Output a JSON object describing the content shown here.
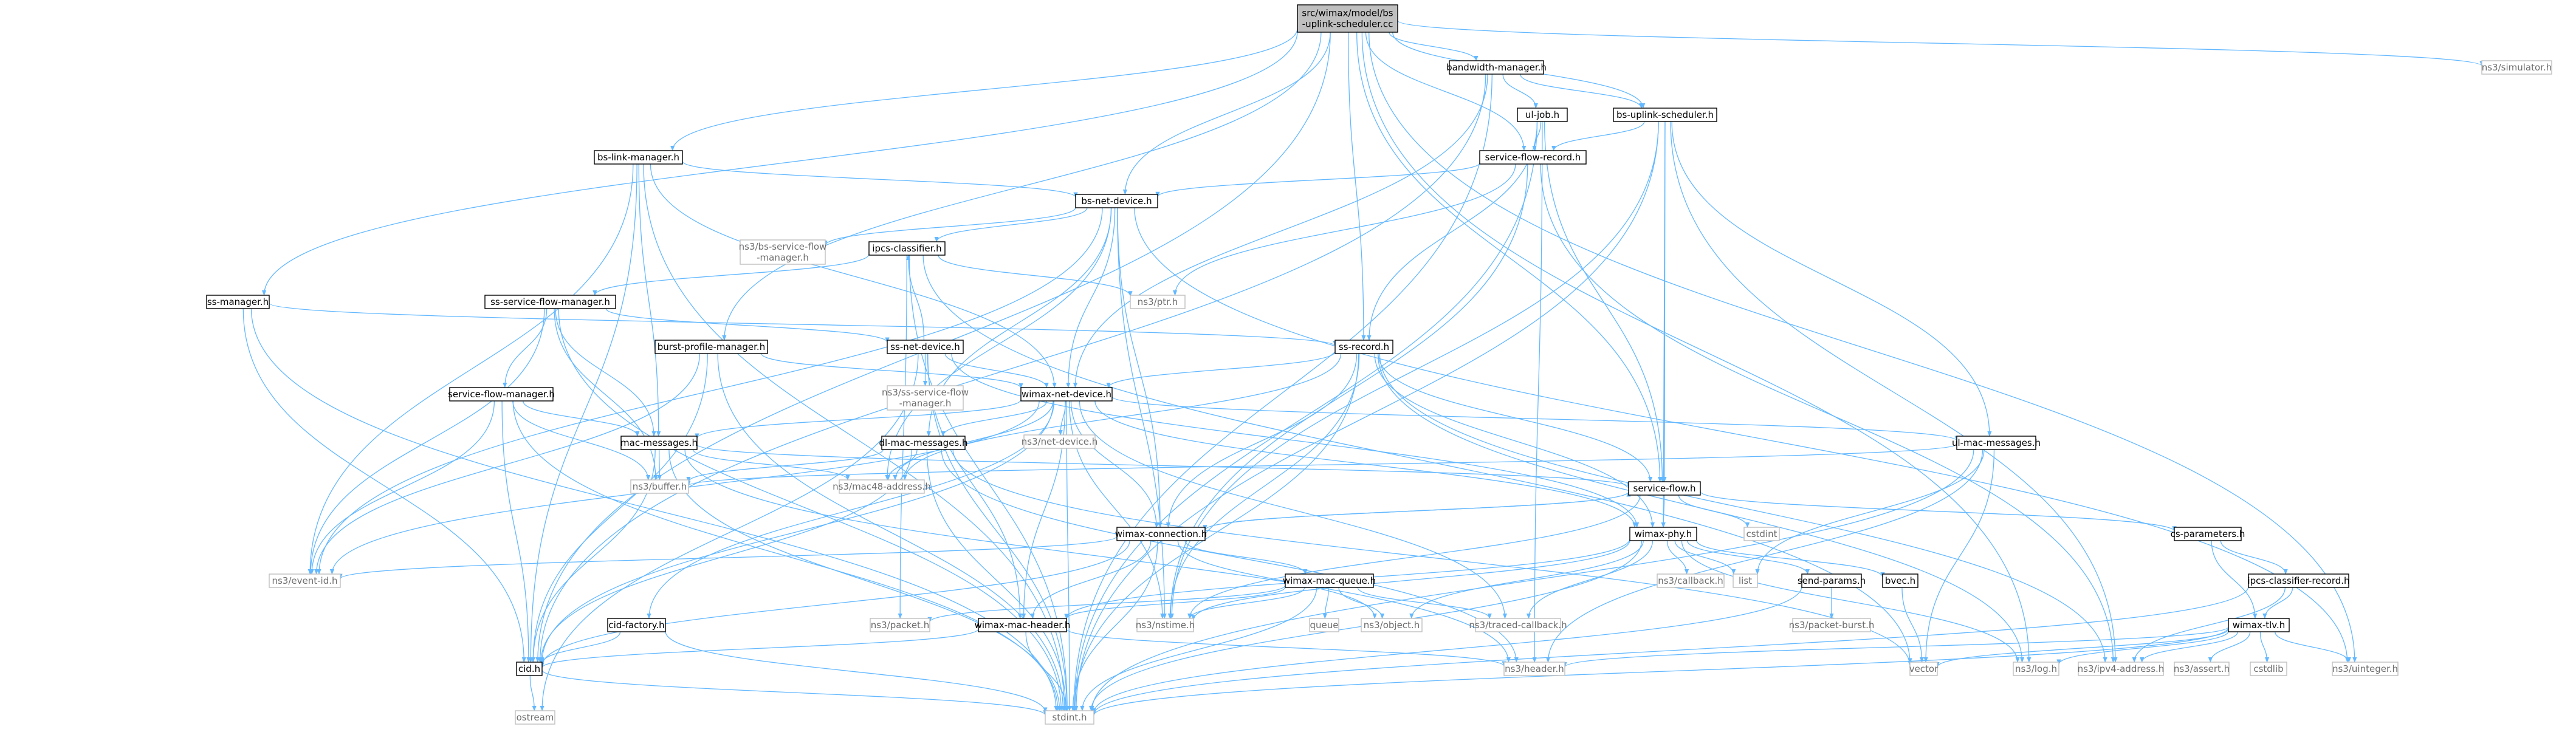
{
  "diagram": {
    "title": "src/wimax/model/bs-uplink-scheduler.cc",
    "colors": {
      "edge": "#63b8ff",
      "root_fill": "#bfbfbf",
      "root_stroke": "#000000",
      "internal_stroke": "#000000",
      "external_stroke": "#bfbfbf",
      "external_text": "#6d6d6d"
    },
    "nodes": [
      {
        "id": "root",
        "lines": [
          "src/wimax/model/bs",
          "-uplink-scheduler.cc"
        ],
        "kind": "root"
      },
      {
        "id": "bwm",
        "lines": [
          "bandwidth-manager.h"
        ],
        "kind": "internal"
      },
      {
        "id": "bsup",
        "lines": [
          "bs-uplink-scheduler.h"
        ],
        "kind": "internal"
      },
      {
        "id": "uljob",
        "lines": [
          "ul-job.h"
        ],
        "kind": "internal"
      },
      {
        "id": "sfr",
        "lines": [
          "service-flow-record.h"
        ],
        "kind": "internal"
      },
      {
        "id": "bslm",
        "lines": [
          "bs-link-manager.h"
        ],
        "kind": "internal"
      },
      {
        "id": "bsnd",
        "lines": [
          "bs-net-device.h"
        ],
        "kind": "internal"
      },
      {
        "id": "bssfm",
        "lines": [
          "ns3/bs-service-flow",
          "-manager.h"
        ],
        "kind": "external"
      },
      {
        "id": "ipcs",
        "lines": [
          "ipcs-classifier.h"
        ],
        "kind": "internal"
      },
      {
        "id": "ptr",
        "lines": [
          "ns3/ptr.h"
        ],
        "kind": "external"
      },
      {
        "id": "ssm",
        "lines": [
          "ss-manager.h"
        ],
        "kind": "internal"
      },
      {
        "id": "sssfm",
        "lines": [
          "ss-service-flow-manager.h"
        ],
        "kind": "internal"
      },
      {
        "id": "ssnd",
        "lines": [
          "ss-net-device.h"
        ],
        "kind": "internal"
      },
      {
        "id": "ssrec",
        "lines": [
          "ss-record.h"
        ],
        "kind": "internal"
      },
      {
        "id": "bpm",
        "lines": [
          "burst-profile-manager.h"
        ],
        "kind": "internal"
      },
      {
        "id": "nsssfm",
        "lines": [
          "ns3/ss-service-flow",
          "-manager.h"
        ],
        "kind": "external"
      },
      {
        "id": "wnd",
        "lines": [
          "wimax-net-device.h"
        ],
        "kind": "internal"
      },
      {
        "id": "netdev",
        "lines": [
          "ns3/net-device.h"
        ],
        "kind": "external"
      },
      {
        "id": "sfm",
        "lines": [
          "service-flow-manager.h"
        ],
        "kind": "internal"
      },
      {
        "id": "macmsg",
        "lines": [
          "mac-messages.h"
        ],
        "kind": "internal"
      },
      {
        "id": "dlmac",
        "lines": [
          "dl-mac-messages.h"
        ],
        "kind": "internal"
      },
      {
        "id": "ulmac",
        "lines": [
          "ul-mac-messages.h"
        ],
        "kind": "internal"
      },
      {
        "id": "buffer",
        "lines": [
          "ns3/buffer.h"
        ],
        "kind": "external"
      },
      {
        "id": "mac48",
        "lines": [
          "ns3/mac48-address.h"
        ],
        "kind": "external"
      },
      {
        "id": "sflow",
        "lines": [
          "service-flow.h"
        ],
        "kind": "internal"
      },
      {
        "id": "cstdint",
        "lines": [
          "cstdint"
        ],
        "kind": "external"
      },
      {
        "id": "wconn",
        "lines": [
          "wimax-connection.h"
        ],
        "kind": "internal"
      },
      {
        "id": "wphy",
        "lines": [
          "wimax-phy.h"
        ],
        "kind": "internal"
      },
      {
        "id": "csparams",
        "lines": [
          "cs-parameters.h"
        ],
        "kind": "internal"
      },
      {
        "id": "eventid",
        "lines": [
          "ns3/event-id.h"
        ],
        "kind": "external"
      },
      {
        "id": "wmq",
        "lines": [
          "wimax-mac-queue.h"
        ],
        "kind": "internal"
      },
      {
        "id": "callback",
        "lines": [
          "ns3/callback.h"
        ],
        "kind": "external"
      },
      {
        "id": "list",
        "lines": [
          "list"
        ],
        "kind": "external"
      },
      {
        "id": "sendparams",
        "lines": [
          "send-params.h"
        ],
        "kind": "internal"
      },
      {
        "id": "bvec",
        "lines": [
          "bvec.h"
        ],
        "kind": "internal"
      },
      {
        "id": "ipcsfr",
        "lines": [
          "ipcs-classifier-record.h"
        ],
        "kind": "internal"
      },
      {
        "id": "cidf",
        "lines": [
          "cid-factory.h"
        ],
        "kind": "internal"
      },
      {
        "id": "packet",
        "lines": [
          "ns3/packet.h"
        ],
        "kind": "external"
      },
      {
        "id": "wmh",
        "lines": [
          "wimax-mac-header.h"
        ],
        "kind": "internal"
      },
      {
        "id": "queue",
        "lines": [
          "queue"
        ],
        "kind": "external"
      },
      {
        "id": "nstime",
        "lines": [
          "ns3/nstime.h"
        ],
        "kind": "external"
      },
      {
        "id": "object",
        "lines": [
          "ns3/object.h"
        ],
        "kind": "external"
      },
      {
        "id": "traced",
        "lines": [
          "ns3/traced-callback.h"
        ],
        "kind": "external"
      },
      {
        "id": "pktburst",
        "lines": [
          "ns3/packet-burst.h"
        ],
        "kind": "external"
      },
      {
        "id": "tlv",
        "lines": [
          "wimax-tlv.h"
        ],
        "kind": "internal"
      },
      {
        "id": "cid",
        "lines": [
          "cid.h"
        ],
        "kind": "internal"
      },
      {
        "id": "header",
        "lines": [
          "ns3/header.h"
        ],
        "kind": "external"
      },
      {
        "id": "vector",
        "lines": [
          "vector"
        ],
        "kind": "external"
      },
      {
        "id": "log",
        "lines": [
          "ns3/log.h"
        ],
        "kind": "external"
      },
      {
        "id": "ipv4",
        "lines": [
          "ns3/ipv4-address.h"
        ],
        "kind": "external"
      },
      {
        "id": "assert",
        "lines": [
          "ns3/assert.h"
        ],
        "kind": "external"
      },
      {
        "id": "cstdlib",
        "lines": [
          "cstdlib"
        ],
        "kind": "external"
      },
      {
        "id": "uinteger",
        "lines": [
          "ns3/uinteger.h"
        ],
        "kind": "external"
      },
      {
        "id": "ostream",
        "lines": [
          "ostream"
        ],
        "kind": "external"
      },
      {
        "id": "stdint",
        "lines": [
          "stdint.h"
        ],
        "kind": "external"
      },
      {
        "id": "simulator",
        "lines": [
          "ns3/simulator.h"
        ],
        "kind": "external"
      }
    ],
    "edges": [
      [
        "root",
        "bwm"
      ],
      [
        "root",
        "bsup"
      ],
      [
        "root",
        "bslm"
      ],
      [
        "root",
        "bsnd"
      ],
      [
        "root",
        "ssm"
      ],
      [
        "root",
        "bpm"
      ],
      [
        "root",
        "ssrec"
      ],
      [
        "root",
        "sfr"
      ],
      [
        "root",
        "sflow"
      ],
      [
        "root",
        "cid"
      ],
      [
        "root",
        "log"
      ],
      [
        "root",
        "uinteger"
      ],
      [
        "root",
        "simulator"
      ],
      [
        "bwm",
        "bsup"
      ],
      [
        "bwm",
        "uljob"
      ],
      [
        "bwm",
        "wnd"
      ],
      [
        "bwm",
        "cid"
      ],
      [
        "bwm",
        "stdint"
      ],
      [
        "bsup",
        "sfr"
      ],
      [
        "bsup",
        "sflow"
      ],
      [
        "bsup",
        "ulmac"
      ],
      [
        "bsup",
        "wphy"
      ],
      [
        "bsup",
        "nstime"
      ],
      [
        "bsup",
        "ipv4"
      ],
      [
        "bsup",
        "stdint"
      ],
      [
        "uljob",
        "sfr"
      ],
      [
        "uljob",
        "ssrec"
      ],
      [
        "uljob",
        "sflow"
      ],
      [
        "uljob",
        "header"
      ],
      [
        "uljob",
        "stdint"
      ],
      [
        "sfr",
        "bsnd"
      ],
      [
        "sfr",
        "ptr"
      ],
      [
        "sfr",
        "nstime"
      ],
      [
        "sfr",
        "ipv4"
      ],
      [
        "bslm",
        "bsnd"
      ],
      [
        "bslm",
        "macmsg"
      ],
      [
        "bslm",
        "wnd"
      ],
      [
        "bslm",
        "eventid"
      ],
      [
        "bslm",
        "cid"
      ],
      [
        "bslm",
        "stdint"
      ],
      [
        "bsnd",
        "bssfm"
      ],
      [
        "bsnd",
        "ipcs"
      ],
      [
        "bsnd",
        "wnd"
      ],
      [
        "bsnd",
        "dlmac"
      ],
      [
        "bsnd",
        "wconn"
      ],
      [
        "bsnd",
        "mac48"
      ],
      [
        "bsnd",
        "nstime"
      ],
      [
        "bsnd",
        "eventid"
      ],
      [
        "bsnd",
        "uinteger"
      ],
      [
        "ipcs",
        "ptr"
      ],
      [
        "ipcs",
        "sssfm"
      ],
      [
        "ipcs",
        "packet"
      ],
      [
        "ipcs",
        "vector"
      ],
      [
        "ipcs",
        "stdint"
      ],
      [
        "ssm",
        "ssrec"
      ],
      [
        "ssm",
        "cid"
      ],
      [
        "ssm",
        "stdint"
      ],
      [
        "sssfm",
        "ssnd"
      ],
      [
        "sssfm",
        "sfm"
      ],
      [
        "sssfm",
        "macmsg"
      ],
      [
        "sssfm",
        "buffer"
      ],
      [
        "sssfm",
        "eventid"
      ],
      [
        "sssfm",
        "stdint"
      ],
      [
        "ssnd",
        "ipcs"
      ],
      [
        "ssnd",
        "nsssfm"
      ],
      [
        "ssnd",
        "wnd"
      ],
      [
        "ssnd",
        "wmh"
      ],
      [
        "ssnd",
        "wphy"
      ],
      [
        "ssnd",
        "ostream"
      ],
      [
        "ssnd",
        "stdint"
      ],
      [
        "ssrec",
        "wnd"
      ],
      [
        "ssrec",
        "sflow"
      ],
      [
        "ssrec",
        "wconn"
      ],
      [
        "ssrec",
        "mac48"
      ],
      [
        "ssrec",
        "wphy"
      ],
      [
        "ssrec",
        "nstime"
      ],
      [
        "ssrec",
        "ipv4"
      ],
      [
        "ssrec",
        "log"
      ],
      [
        "ssrec",
        "stdint"
      ],
      [
        "bpm",
        "wnd"
      ],
      [
        "bpm",
        "cid"
      ],
      [
        "bpm",
        "eventid"
      ],
      [
        "bpm",
        "stdint"
      ],
      [
        "wnd",
        "netdev"
      ],
      [
        "wnd",
        "macmsg"
      ],
      [
        "wnd",
        "dlmac"
      ],
      [
        "wnd",
        "ulmac"
      ],
      [
        "wnd",
        "wconn"
      ],
      [
        "wnd",
        "wphy"
      ],
      [
        "wnd",
        "cidf"
      ],
      [
        "wnd",
        "wmh"
      ],
      [
        "wnd",
        "mac48"
      ],
      [
        "wnd",
        "traced"
      ],
      [
        "wnd",
        "nstime"
      ],
      [
        "wnd",
        "cid"
      ],
      [
        "wnd",
        "eventid"
      ],
      [
        "wnd",
        "stdint"
      ],
      [
        "sfm",
        "macmsg"
      ],
      [
        "sfm",
        "buffer"
      ],
      [
        "sfm",
        "eventid"
      ],
      [
        "sfm",
        "cid"
      ],
      [
        "sfm",
        "stdint"
      ],
      [
        "macmsg",
        "buffer"
      ],
      [
        "macmsg",
        "mac48"
      ],
      [
        "macmsg",
        "sflow"
      ],
      [
        "macmsg",
        "header"
      ],
      [
        "macmsg",
        "cid"
      ],
      [
        "macmsg",
        "stdint"
      ],
      [
        "dlmac",
        "buffer"
      ],
      [
        "dlmac",
        "mac48"
      ],
      [
        "dlmac",
        "cid"
      ],
      [
        "dlmac",
        "header"
      ],
      [
        "dlmac",
        "vector"
      ],
      [
        "dlmac",
        "stdint"
      ],
      [
        "ulmac",
        "buffer"
      ],
      [
        "ulmac",
        "header"
      ],
      [
        "ulmac",
        "list"
      ],
      [
        "ulmac",
        "vector"
      ],
      [
        "ulmac",
        "stdint"
      ],
      [
        "sflow",
        "wconn"
      ],
      [
        "sflow",
        "wphy"
      ],
      [
        "sflow",
        "cstdint"
      ],
      [
        "sflow",
        "csparams"
      ],
      [
        "sflow",
        "nstime"
      ],
      [
        "wconn",
        "wmq"
      ],
      [
        "wconn",
        "wmh"
      ],
      [
        "wconn",
        "object"
      ],
      [
        "wconn",
        "cid"
      ],
      [
        "wconn",
        "eventid"
      ],
      [
        "wconn",
        "stdint"
      ],
      [
        "wconn",
        "sflow"
      ],
      [
        "wphy",
        "callback"
      ],
      [
        "wphy",
        "list"
      ],
      [
        "wphy",
        "sendparams"
      ],
      [
        "wphy",
        "bvec"
      ],
      [
        "wphy",
        "wmh"
      ],
      [
        "wphy",
        "nstime"
      ],
      [
        "wphy",
        "object"
      ],
      [
        "wphy",
        "traced"
      ],
      [
        "wphy",
        "log"
      ],
      [
        "wphy",
        "stdint"
      ],
      [
        "csparams",
        "ipcsfr"
      ],
      [
        "csparams",
        "tlv"
      ],
      [
        "wmq",
        "packet"
      ],
      [
        "wmq",
        "queue"
      ],
      [
        "wmq",
        "nstime"
      ],
      [
        "wmq",
        "object"
      ],
      [
        "wmq",
        "traced"
      ],
      [
        "wmq",
        "wmh"
      ],
      [
        "wmq",
        "stdint"
      ],
      [
        "sendparams",
        "pktburst"
      ],
      [
        "sendparams",
        "stdint"
      ],
      [
        "bvec",
        "vector"
      ],
      [
        "ipcsfr",
        "tlv"
      ],
      [
        "ipcsfr",
        "ipv4"
      ],
      [
        "ipcsfr",
        "stdint"
      ],
      [
        "cidf",
        "cid"
      ],
      [
        "cidf",
        "stdint"
      ],
      [
        "wmh",
        "cid"
      ],
      [
        "wmh",
        "header"
      ],
      [
        "wmh",
        "stdint"
      ],
      [
        "tlv",
        "header"
      ],
      [
        "tlv",
        "vector"
      ],
      [
        "tlv",
        "log"
      ],
      [
        "tlv",
        "ipv4"
      ],
      [
        "tlv",
        "assert"
      ],
      [
        "tlv",
        "cstdlib"
      ],
      [
        "tlv",
        "uinteger"
      ],
      [
        "tlv",
        "stdint"
      ],
      [
        "cid",
        "ostream"
      ],
      [
        "cid",
        "stdint"
      ]
    ]
  }
}
